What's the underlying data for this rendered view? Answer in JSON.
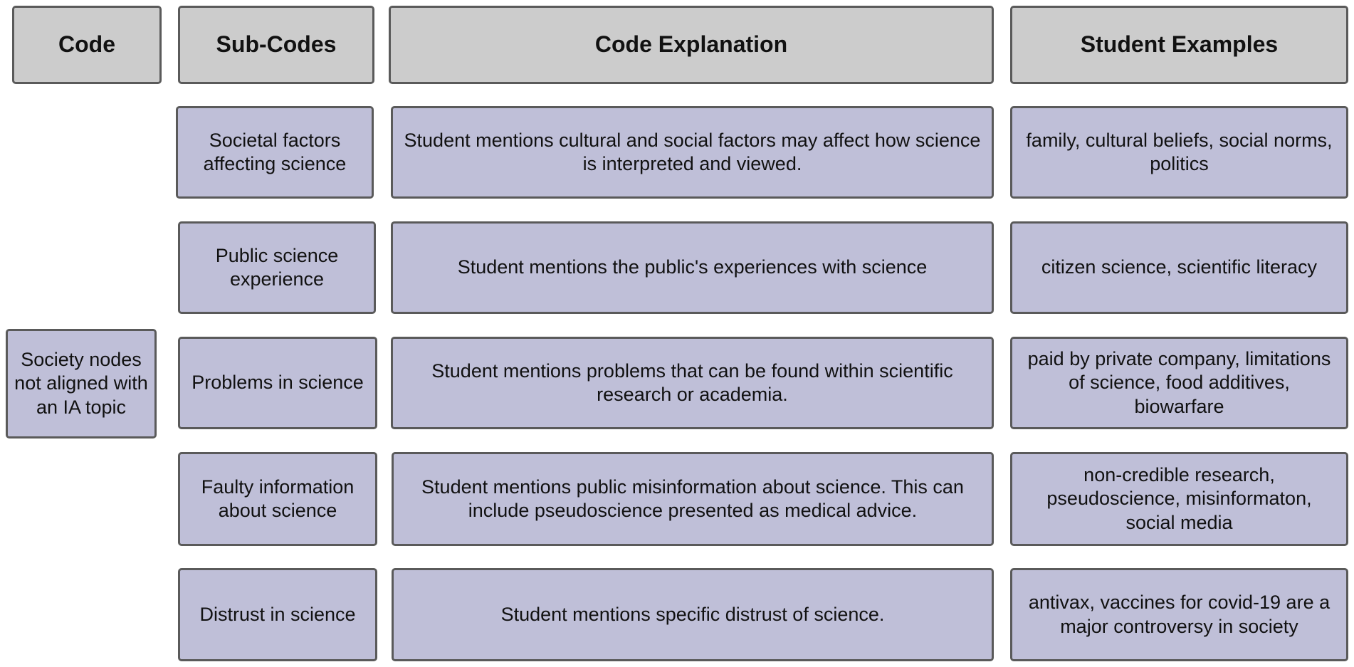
{
  "headers": {
    "code": "Code",
    "sub_codes": "Sub-Codes",
    "code_explanation": "Code Explanation",
    "student_examples": "Student Examples"
  },
  "code": "Society nodes not aligned with an IA topic",
  "rows": [
    {
      "sub_code": "Societal factors affecting science",
      "explanation": "Student mentions cultural and social factors may affect how science is interpreted and viewed.",
      "examples": "family, cultural beliefs, social norms, politics"
    },
    {
      "sub_code": "Public science experience",
      "explanation": "Student mentions the public's experiences with science",
      "examples": "citizen science, scientific literacy"
    },
    {
      "sub_code": "Problems in science",
      "explanation": "Student mentions problems that can be found within scientific research or academia.",
      "examples": "paid by private company, limitations of science, food additives, biowarfare"
    },
    {
      "sub_code": "Faulty information about science",
      "explanation": "Student mentions public misinformation about science. This can include pseudoscience presented as medical advice.",
      "examples": "non-credible research, pseudoscience, misinformaton, social media"
    },
    {
      "sub_code": "Distrust in science",
      "explanation": "Student mentions specific distrust of science.",
      "examples": "antivax, vaccines for covid-19 are a major controversy in society"
    }
  ],
  "colors": {
    "header_fill": "#cccccc",
    "cell_fill": "#bfbfd8",
    "border": "#5a5a5a"
  }
}
